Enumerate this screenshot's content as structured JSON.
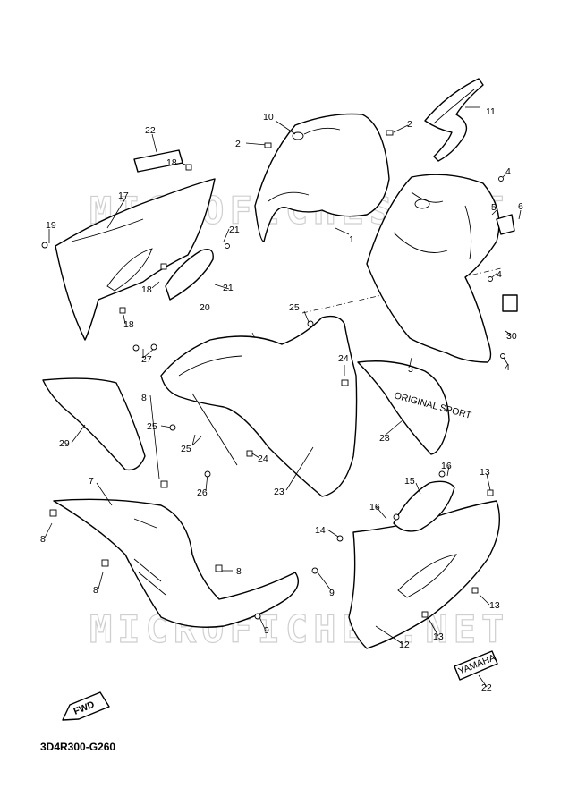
{
  "diagram_code": "3D4R300-G260",
  "watermark": "MICROFICHES.NET",
  "fwd_label": "FWD",
  "decal_text": "YAMAHA",
  "side_panel_text": "ORIGINAL SPORT",
  "callouts": {
    "c1": "1",
    "c2a": "2",
    "c2b": "2",
    "c3": "3",
    "c4a": "4",
    "c4b": "4",
    "c4c": "4",
    "c5": "5",
    "c6": "6",
    "c7": "7",
    "c8a": "8",
    "c8b": "8",
    "c8c": "8",
    "c8d": "8",
    "c9a": "9",
    "c9b": "9",
    "c10": "10",
    "c11": "11",
    "c12": "12",
    "c13a": "13",
    "c13b": "13",
    "c13c": "13",
    "c14": "14",
    "c15": "15",
    "c16a": "16",
    "c16b": "16",
    "c17": "17",
    "c18a": "18",
    "c18b": "18",
    "c18c": "18",
    "c19": "19",
    "c20": "20",
    "c21a": "21",
    "c21b": "21",
    "c22a": "22",
    "c22b": "22",
    "c23": "23",
    "c24a": "24",
    "c24b": "24",
    "c25a": "25",
    "c25b": "25",
    "c25c": "25",
    "c26": "26",
    "c27": "27",
    "c28": "28",
    "c29": "29",
    "c30": "30"
  }
}
